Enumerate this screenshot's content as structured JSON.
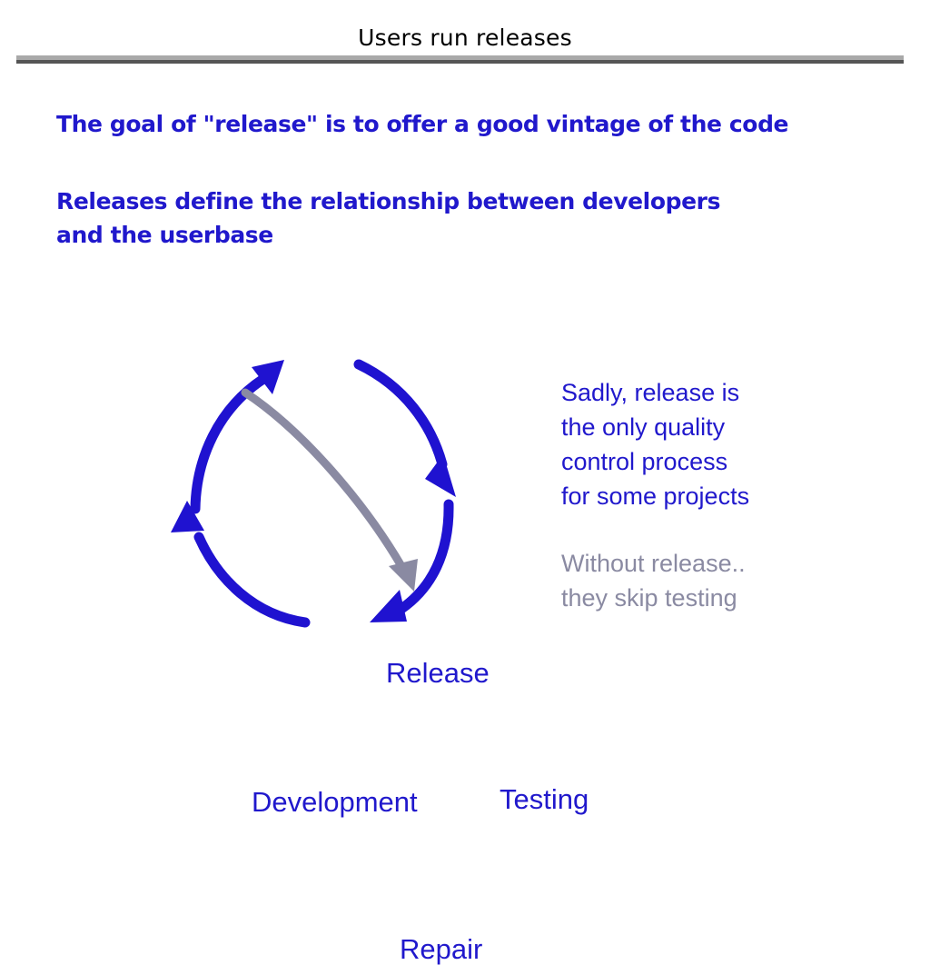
{
  "slide": {
    "title": "Users run releases",
    "background": "#ffffff",
    "accent_blue": "#2018cc",
    "muted_gray": "#8a8aa2",
    "rule_light": "#a9a9a9",
    "rule_dark": "#555555"
  },
  "bullets": [
    {
      "id": "goal",
      "text": "The goal of \"release\" is to offer a good vintage of the code"
    },
    {
      "id": "relationship",
      "text": "Releases define the relationship between developers\nand the userbase"
    }
  ],
  "diagram": {
    "type": "cycle",
    "direction": "clockwise",
    "nodes": [
      {
        "id": "release",
        "label": "Release"
      },
      {
        "id": "testing",
        "label": "Testing"
      },
      {
        "id": "repair",
        "label": "Repair"
      },
      {
        "id": "development",
        "label": "Development"
      }
    ],
    "edges": [
      {
        "from": "development",
        "to": "release",
        "color": "#1f12d0",
        "style": "curved-arrow"
      },
      {
        "from": "release",
        "to": "testing",
        "color": "#1f12d0",
        "style": "curved-arrow"
      },
      {
        "from": "testing",
        "to": "repair",
        "color": "#1f12d0",
        "style": "curved-arrow"
      },
      {
        "from": "repair",
        "to": "development",
        "color": "#1f12d0",
        "style": "curved-arrow"
      },
      {
        "from": "release",
        "to": "repair",
        "color": "#8a8aa2",
        "style": "curved-arrow-shortcut"
      }
    ]
  },
  "notes": [
    {
      "id": "sadly",
      "color": "#2018cc",
      "text": "Sadly, release is\nthe only quality\ncontrol process\nfor some projects"
    },
    {
      "id": "without",
      "color": "#8a8aa2",
      "text": "Without release..\nthey skip testing"
    }
  ]
}
